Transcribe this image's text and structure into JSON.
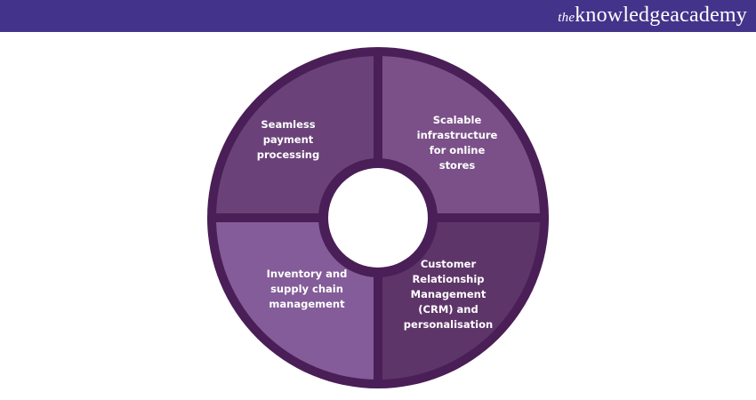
{
  "brand": {
    "logo_prefix": "the",
    "logo_main": "knowledgeacademy"
  },
  "colors": {
    "header": "#44338a",
    "border": "#4a1e57",
    "q_top_left": "#6a4279",
    "q_top_right": "#7b5089",
    "q_bottom_left": "#845c99",
    "q_bottom_right": "#5e3569"
  },
  "segments": [
    {
      "label": "Seamless payment processing"
    },
    {
      "label": "Scalable infrastructure for online stores"
    },
    {
      "label": "Inventory and supply chain management"
    },
    {
      "label": "Customer Relationship Management (CRM) and personalisation"
    }
  ]
}
